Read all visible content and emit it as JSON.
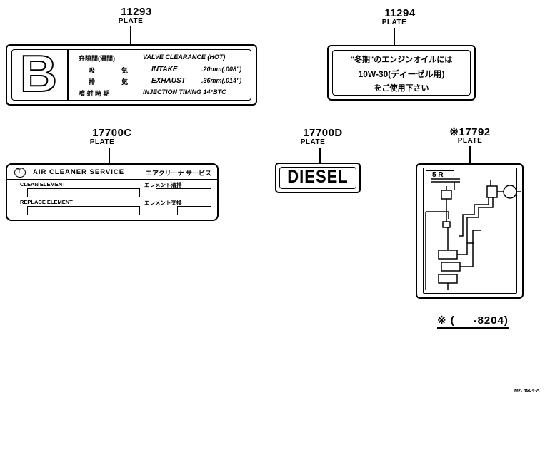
{
  "parts": {
    "p11293": {
      "number": "11293",
      "label": "PLATE"
    },
    "p11294": {
      "number": "11294",
      "label": "PLATE"
    },
    "p17700c": {
      "number": "17700C",
      "label": "PLATE"
    },
    "p17700d": {
      "number": "17700D",
      "label": "PLATE"
    },
    "p17792": {
      "number": "※17792",
      "label": "PLATE"
    }
  },
  "plate_11293": {
    "letter": "B",
    "row1_jp": "弁隙間(温間)",
    "row1_en": "VALVE CLEARANCE (HOT)",
    "row2_jp_a": "吸",
    "row2_jp_b": "気",
    "row2_en": "INTAKE",
    "row2_val": ".20mm(.008\")",
    "row3_jp_a": "排",
    "row3_jp_b": "気",
    "row3_en": "EXHAUST",
    "row3_val": ".36mm(.014\")",
    "row4_jp": "噴 射 時 期",
    "row4_en": "INJECTION TIMING 14°BTC"
  },
  "plate_11294": {
    "line1": "\"冬期\"のエンジンオイルには",
    "line2": "10W-30(ディーゼル用)",
    "line3": "をご使用下さい"
  },
  "plate_17700c": {
    "logo": "T",
    "title_en": "AIR CLEANER SERVICE",
    "title_jp": "エアクリーナ サービス",
    "clean_en": "CLEAN ELEMENT",
    "clean_jp": "エレメント清掃",
    "replace_en": "REPLACE ELEMENT",
    "replace_jp": "エレメント交換"
  },
  "plate_17700d": {
    "text": "DIESEL"
  },
  "plate_17792": {
    "tag": "5 R"
  },
  "footnote": {
    "text": "※ (     -8204)"
  },
  "figure_code": "MA 4504-A"
}
